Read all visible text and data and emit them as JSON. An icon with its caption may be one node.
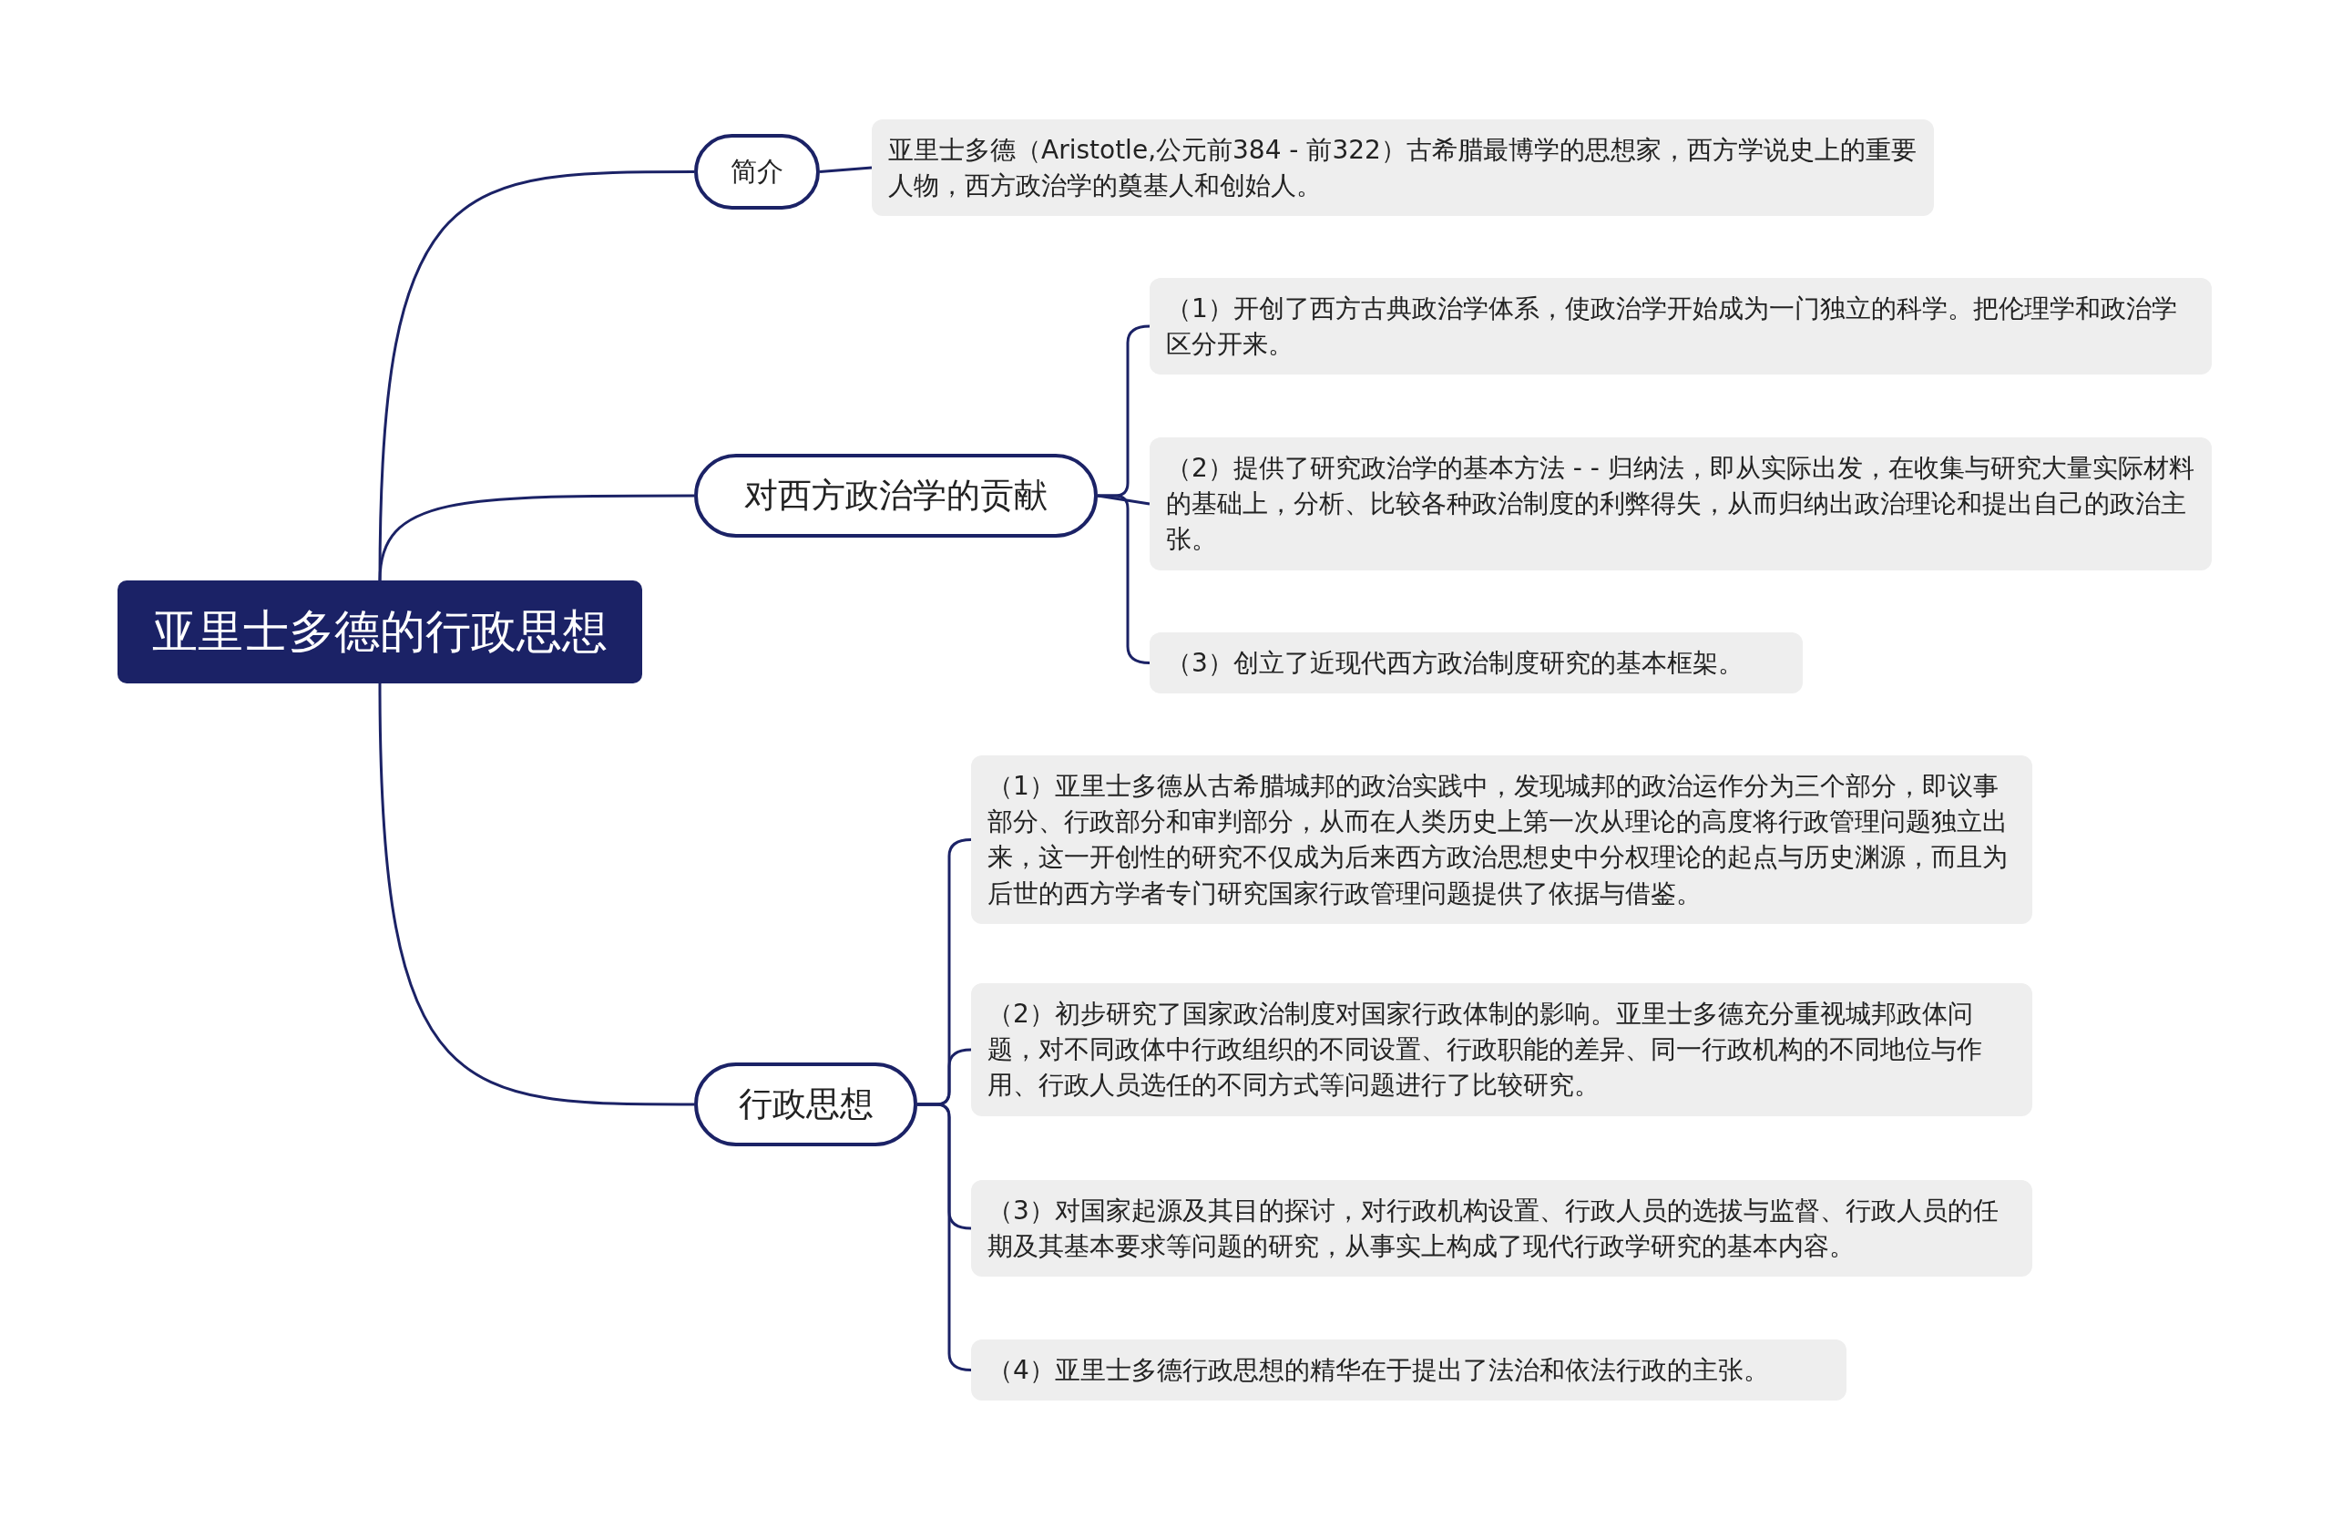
{
  "diagram": {
    "nodes": [
      {
        "text": [
          "亚里士多德的行政思想"
        ]
      },
      {
        "text": [
          "简介"
        ]
      },
      {
        "text": [
          "亚里士多德（Aristotle,公元前384 - 前322）古希腊最博学的思想家，西方学说史上的重要人物，西方政治学的奠基人和创始人。"
        ]
      },
      {
        "text": [
          "对西方政治学的贡献"
        ]
      },
      {
        "text": [
          "（1）开创了西方古典政治学体系，使政治学开始成为一门独立的科学。把伦理学和政治学区分开来。"
        ]
      },
      {
        "text": [
          "（2）提供了研究政治学的基本方法 - - 归纳法，即从实际出发，在收集与研究大量实际材料的基础上，分析、比较各种政治制度的利弊得失，从而归纳出政治理论和提出自己的政治主张。"
        ]
      },
      {
        "text": [
          "（3）创立了近现代西方政治制度研究的基本框架。"
        ]
      },
      {
        "text": [
          "行政思想"
        ]
      },
      {
        "text": [
          "（1）亚里士多德从古希腊城邦的政治实践中，发现城邦的政治运作分为三个部分，即议事部分、行政部分和审判部分，从而在人类历史上第一次从理论的高度将行政管理问题独立出来，这一开创性的研究不仅成为后来西方政治思想史中分权理论的起点与历史渊源，而且为后世的西方学者专门研究国家行政管理问题提供了依据与借鉴。"
        ]
      },
      {
        "text": [
          "（2）初步研究了国家政治制度对国家行政体制的影响。亚里士多德充分重视城邦政体问题，对不同政体中行政组织的不同设置、行政职能的差异、同一行政机构的不同地位与作用、行政人员选任的不同方式等问题进行了比较研究。"
        ]
      },
      {
        "text": [
          "（3）对国家起源及其目的探讨，对行政机构设置、行政人员的选拔与监督、行政人员的任期及其基本要求等问题的研究，从事实上构成了现代行政学研究的基本内容。"
        ]
      },
      {
        "text": [
          "（4）亚里士多德行政思想的精华在于提出了法治和依法行政的主张。"
        ]
      }
    ],
    "edges": [
      {
        "from": 0,
        "to": 1,
        "arrow": "none"
      },
      {
        "from": 1,
        "to": 2,
        "arrow": "none"
      },
      {
        "from": 0,
        "to": 3,
        "arrow": "none"
      },
      {
        "from": 3,
        "to": 4,
        "arrow": "none"
      },
      {
        "from": 3,
        "to": 5,
        "arrow": "none"
      },
      {
        "from": 3,
        "to": 6,
        "arrow": "none"
      },
      {
        "from": 0,
        "to": 7,
        "arrow": "none"
      },
      {
        "from": 7,
        "to": 8,
        "arrow": "none"
      },
      {
        "from": 7,
        "to": 9,
        "arrow": "none"
      },
      {
        "from": 7,
        "to": 10,
        "arrow": "none"
      },
      {
        "from": 7,
        "to": 11,
        "arrow": "none"
      }
    ]
  }
}
